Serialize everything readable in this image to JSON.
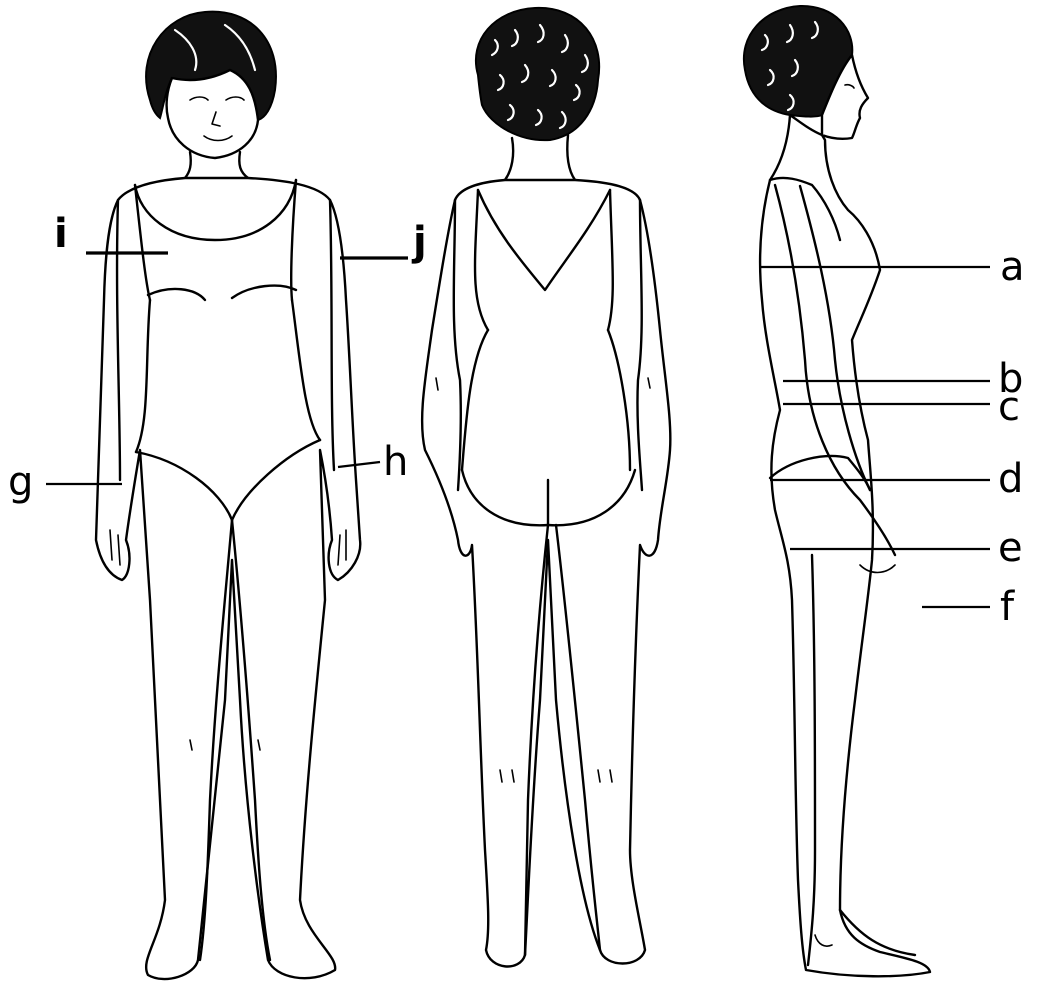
{
  "figure": {
    "views": [
      "front",
      "back",
      "side"
    ],
    "labels": {
      "a": "a",
      "b": "b",
      "c": "c",
      "d": "d",
      "e": "e",
      "f": "f",
      "g": "g",
      "h": "h",
      "i": "i",
      "j": "j"
    }
  },
  "colors": {
    "ink": "#000000",
    "paper": "#ffffff"
  }
}
